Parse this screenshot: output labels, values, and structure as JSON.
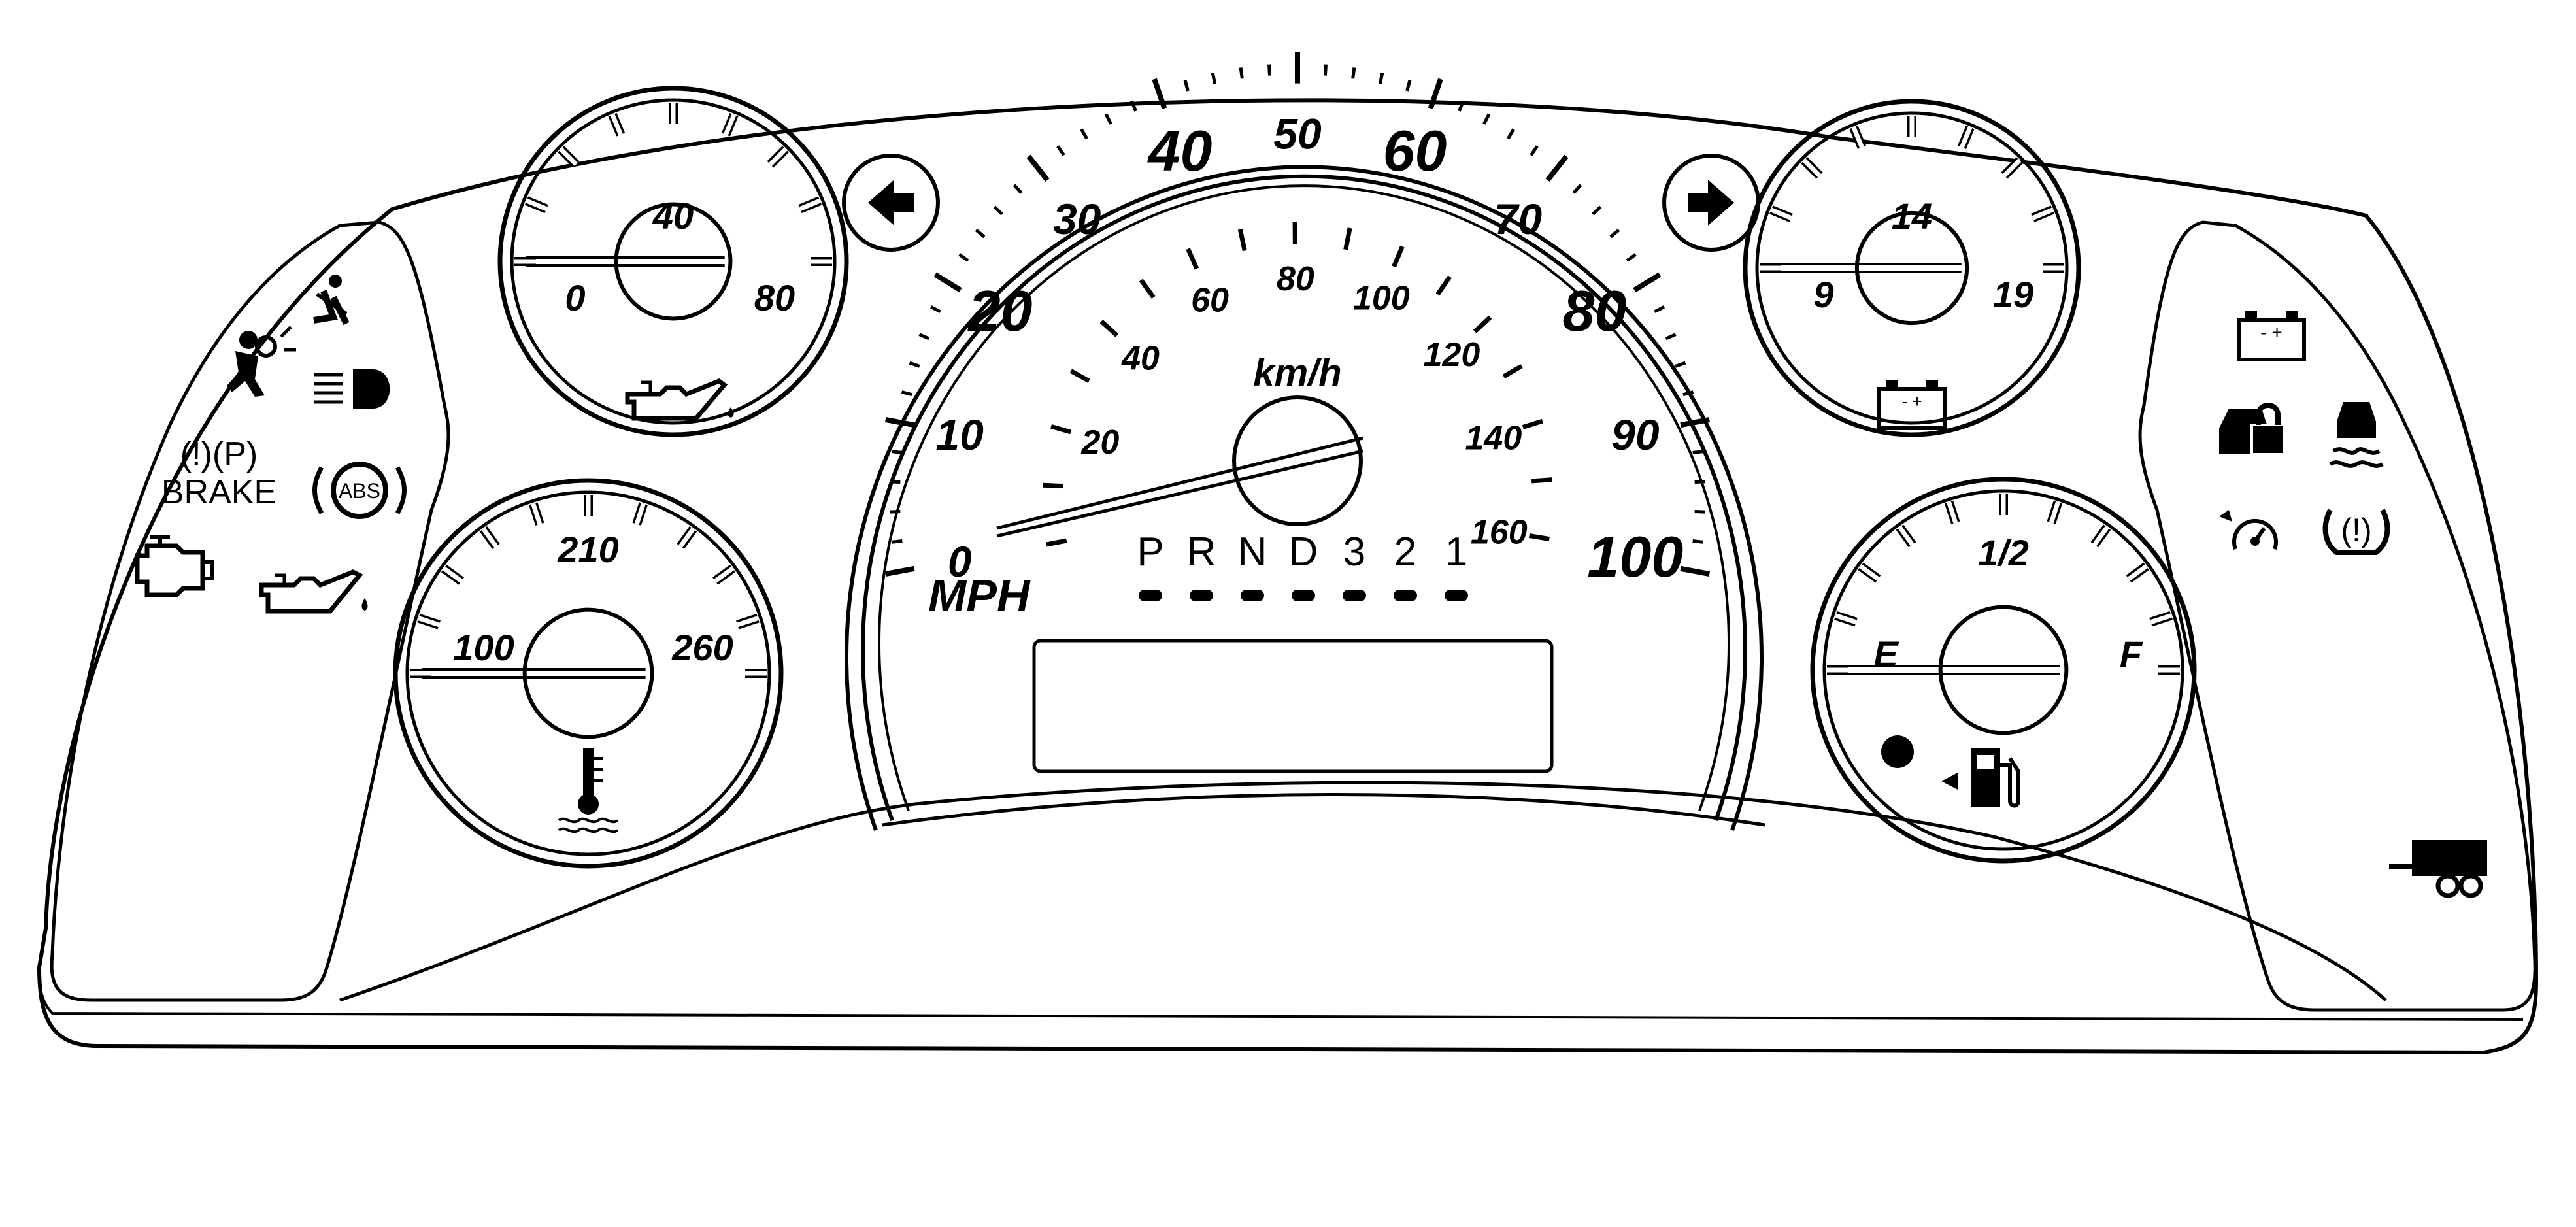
{
  "colors": {
    "stroke": "#000000",
    "background": "#ffffff",
    "face": "#ffffff"
  },
  "speedometer": {
    "mph_labels": [
      "0",
      "10",
      "20",
      "30",
      "40",
      "50",
      "60",
      "70",
      "80",
      "90",
      "100"
    ],
    "kmh_labels": [
      "20",
      "40",
      "60",
      "80",
      "100",
      "120",
      "140",
      "160"
    ],
    "unit_mph": "MPH",
    "unit_kmh": "km/h",
    "needle_mph": 0
  },
  "prndl": {
    "positions": [
      "P",
      "R",
      "N",
      "D",
      "3",
      "2",
      "1"
    ]
  },
  "oil_pressure_gauge": {
    "labels": [
      "0",
      "40",
      "80"
    ],
    "icon": "oil-can-icon",
    "needle_value": 0
  },
  "voltmeter": {
    "labels": [
      "9",
      "14",
      "19"
    ],
    "icon": "battery-icon",
    "needle_value": 9
  },
  "coolant_gauge": {
    "labels": [
      "100",
      "210",
      "260"
    ],
    "icon": "thermometer-icon",
    "needle_value": 100
  },
  "fuel_gauge": {
    "labels": [
      "E",
      "1/2",
      "F"
    ],
    "icon": "fuel-pump-icon",
    "needle_value": 0
  },
  "turn_signals": {
    "left": "left-arrow-icon",
    "right": "right-arrow-icon"
  },
  "left_warning_lights": {
    "brake_text": "BRAKE",
    "brake_symbols": "(!)(P)",
    "abs_text": "ABS",
    "icons": [
      "seatbelt-icon",
      "airbag-icon",
      "headlamp-icon",
      "brake-icon",
      "abs-icon",
      "check-engine-icon",
      "oil-pressure-icon"
    ]
  },
  "right_warning_lights": {
    "battery_symbol": "- +",
    "tpms_symbol": "(!)",
    "icons": [
      "battery-icon",
      "security-lock-icon",
      "traction-icon",
      "cruise-icon",
      "tire-pressure-icon",
      "trailer-icon"
    ]
  }
}
